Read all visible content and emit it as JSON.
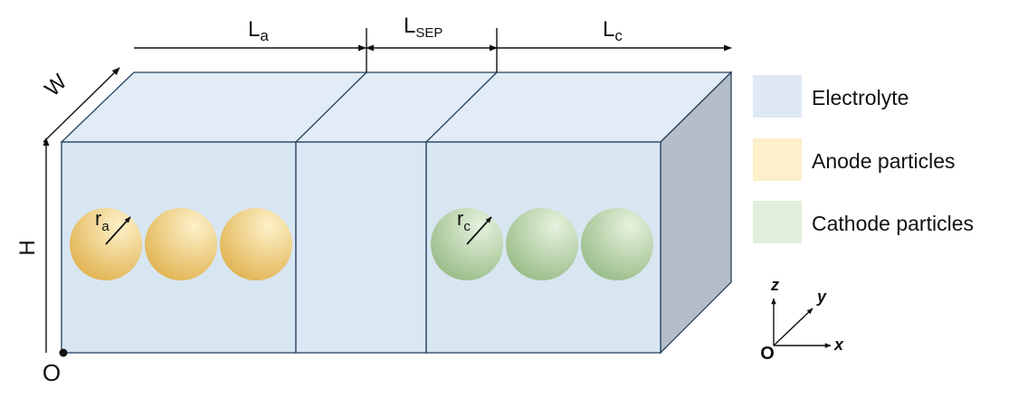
{
  "labels": {
    "la": "L",
    "la_sub": "a",
    "lsep": "L",
    "lsep_sub": "SEP",
    "lc": "L",
    "lc_sub": "c",
    "w": "W",
    "h": "H",
    "origin": "O",
    "ra": "r",
    "ra_sub": "a",
    "rc": "r",
    "rc_sub": "c"
  },
  "legend": [
    {
      "label": "Electrolyte",
      "color": "#dfe9f5"
    },
    {
      "label": "Anode particles",
      "color": "#fcefc9"
    },
    {
      "label": "Cathode particles",
      "color": "#e2eedc"
    }
  ],
  "axes": {
    "z": "z",
    "y": "y",
    "x": "x",
    "origin": "O"
  },
  "colors": {
    "front_face": "#d8e6f2",
    "top_face": "#e1ecf6",
    "side_face": "#b5bec8",
    "edge": "#23405e",
    "anode_light": "#fdf1c9",
    "anode_dark": "#e0b24e",
    "cathode_light": "#e6f2de",
    "cathode_dark": "#97bb85"
  }
}
